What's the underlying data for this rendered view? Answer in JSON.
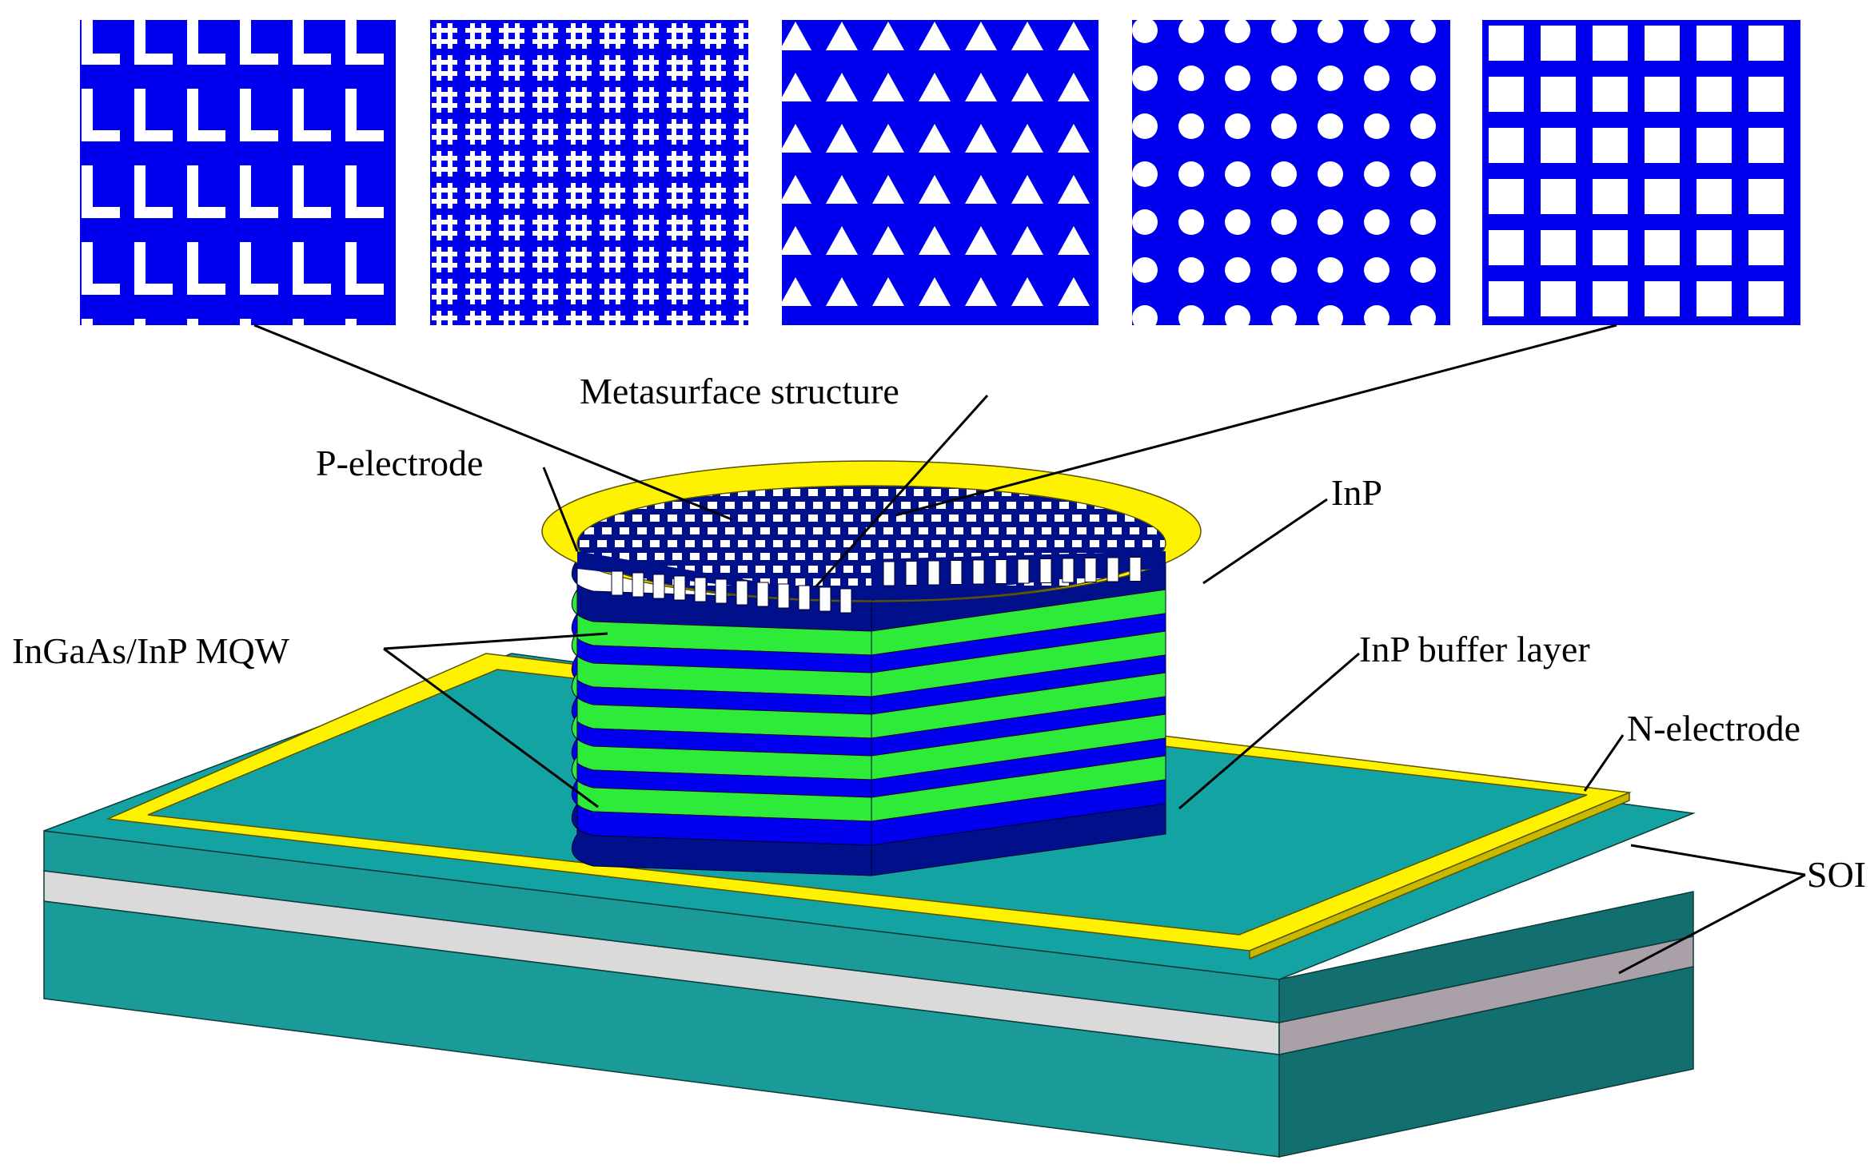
{
  "colors": {
    "pattern_blue": "#0000EE",
    "pattern_white": "#FFFFFF",
    "dark_blue": "#000F8A",
    "mqw_green": "#2EEB3A",
    "electrode_yellow": "#FFF200",
    "substrate_teal": "#1A9E9E",
    "oxide_gray": "#DADADA",
    "line_black": "#000000"
  },
  "patterns": [
    {
      "shape": "L-shape"
    },
    {
      "shape": "cross-grid"
    },
    {
      "shape": "triangle"
    },
    {
      "shape": "circle"
    },
    {
      "shape": "square"
    }
  ],
  "labels": {
    "metasurface": "Metasurface structure",
    "p_electrode": "P-electrode",
    "inp": "InP",
    "mqw": "InGaAs/InP MQW",
    "buffer": "InP buffer layer",
    "n_electrode": "N-electrode",
    "soi": "SOI"
  }
}
